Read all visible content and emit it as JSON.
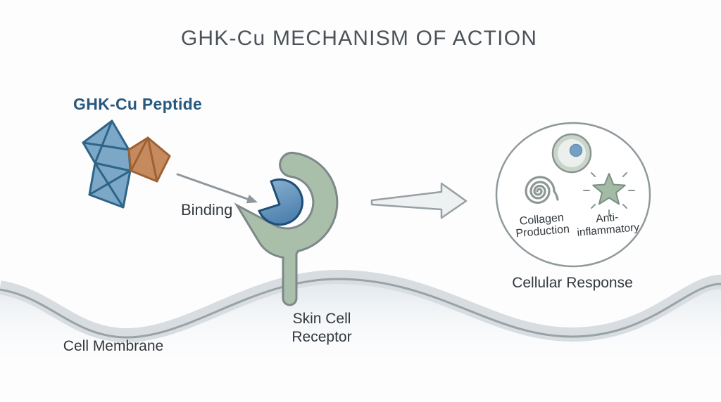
{
  "title": "GHK-Cu MECHANISM OF ACTION",
  "diagram": {
    "peptide_label": "GHK-Cu Peptide",
    "binding_label": "Binding",
    "receptor_label_line1": "Skin Cell",
    "receptor_label_line2": "Receptor",
    "membrane_label": "Cell Membrane",
    "response_label": "Cellular Response",
    "response_items": {
      "collagen_line1": "Collagen",
      "collagen_line2": "Production",
      "anti_line1": "Anti-",
      "anti_line2": "inflammatory"
    }
  },
  "icons": {
    "peptide": "peptide-molecule-icon",
    "copper": "copper-complex-icon",
    "binding_arrow": "binding-arrow-icon",
    "ligand": "bound-ligand-icon",
    "receptor": "skin-cell-receptor-icon",
    "result_arrow": "result-arrow-icon",
    "response_circle": "cellular-response-circle",
    "cell": "cell-nucleus-icon",
    "spiral": "collagen-spiral-icon",
    "star": "anti-inflammatory-star-icon",
    "membrane": "cell-membrane-wave"
  },
  "colors": {
    "title_text": "#4B5358",
    "body_text": "#31373C",
    "peptide_label_blue": "#27587E",
    "peptide_blue_fill": "#7CA7C7",
    "peptide_blue_stroke": "#2D6487",
    "copper_orange_fill": "#C68A5F",
    "copper_orange_stroke": "#9E6134",
    "ligand_blue_light": "#8DB3D2",
    "ligand_blue_dark": "#4F82AF",
    "ligand_stroke": "#1F4E74",
    "receptor_green": "#A9BFAA",
    "receptor_outline": "#7D888A",
    "arrow_gray": "#8F979C",
    "big_arrow_fill": "#EEF1F2",
    "circle_stroke": "#8F999C",
    "membrane_band": "#D8DDE1",
    "membrane_line": "#99A3A6",
    "cell_ring_green": "#C9D4CA",
    "cell_inner": "#EBF0EC",
    "nucleus_blue": "#73A0C3",
    "spiral_gray": "#8C9893",
    "star_green": "#A3BBA5",
    "star_stroke": "#7D8F84"
  }
}
